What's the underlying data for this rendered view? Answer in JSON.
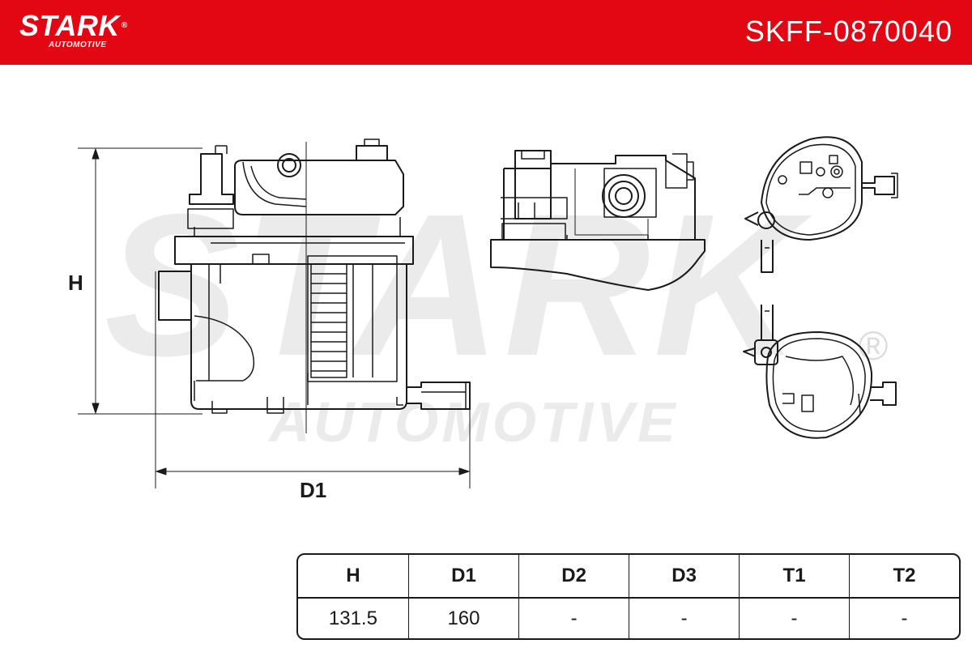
{
  "brand": {
    "name": "STARK",
    "registered_mark": "®",
    "subtitle": "AUTOMOTIVE"
  },
  "part_number": "SKFF-0870040",
  "watermark": {
    "text": "STARK",
    "subtitle": "AUTOMOTIVE",
    "registered_mark": "®"
  },
  "dimensions": {
    "height_label": "H",
    "depth_label": "D1"
  },
  "spec_table": {
    "headers": [
      "H",
      "D1",
      "D2",
      "D3",
      "T1",
      "T2"
    ],
    "values": [
      "131.5",
      "160",
      "-",
      "-",
      "-",
      "-"
    ]
  },
  "colors": {
    "header_red": "#e30613",
    "line_dark": "#1a1a1a",
    "watermark_gray": "#ebebeb"
  }
}
